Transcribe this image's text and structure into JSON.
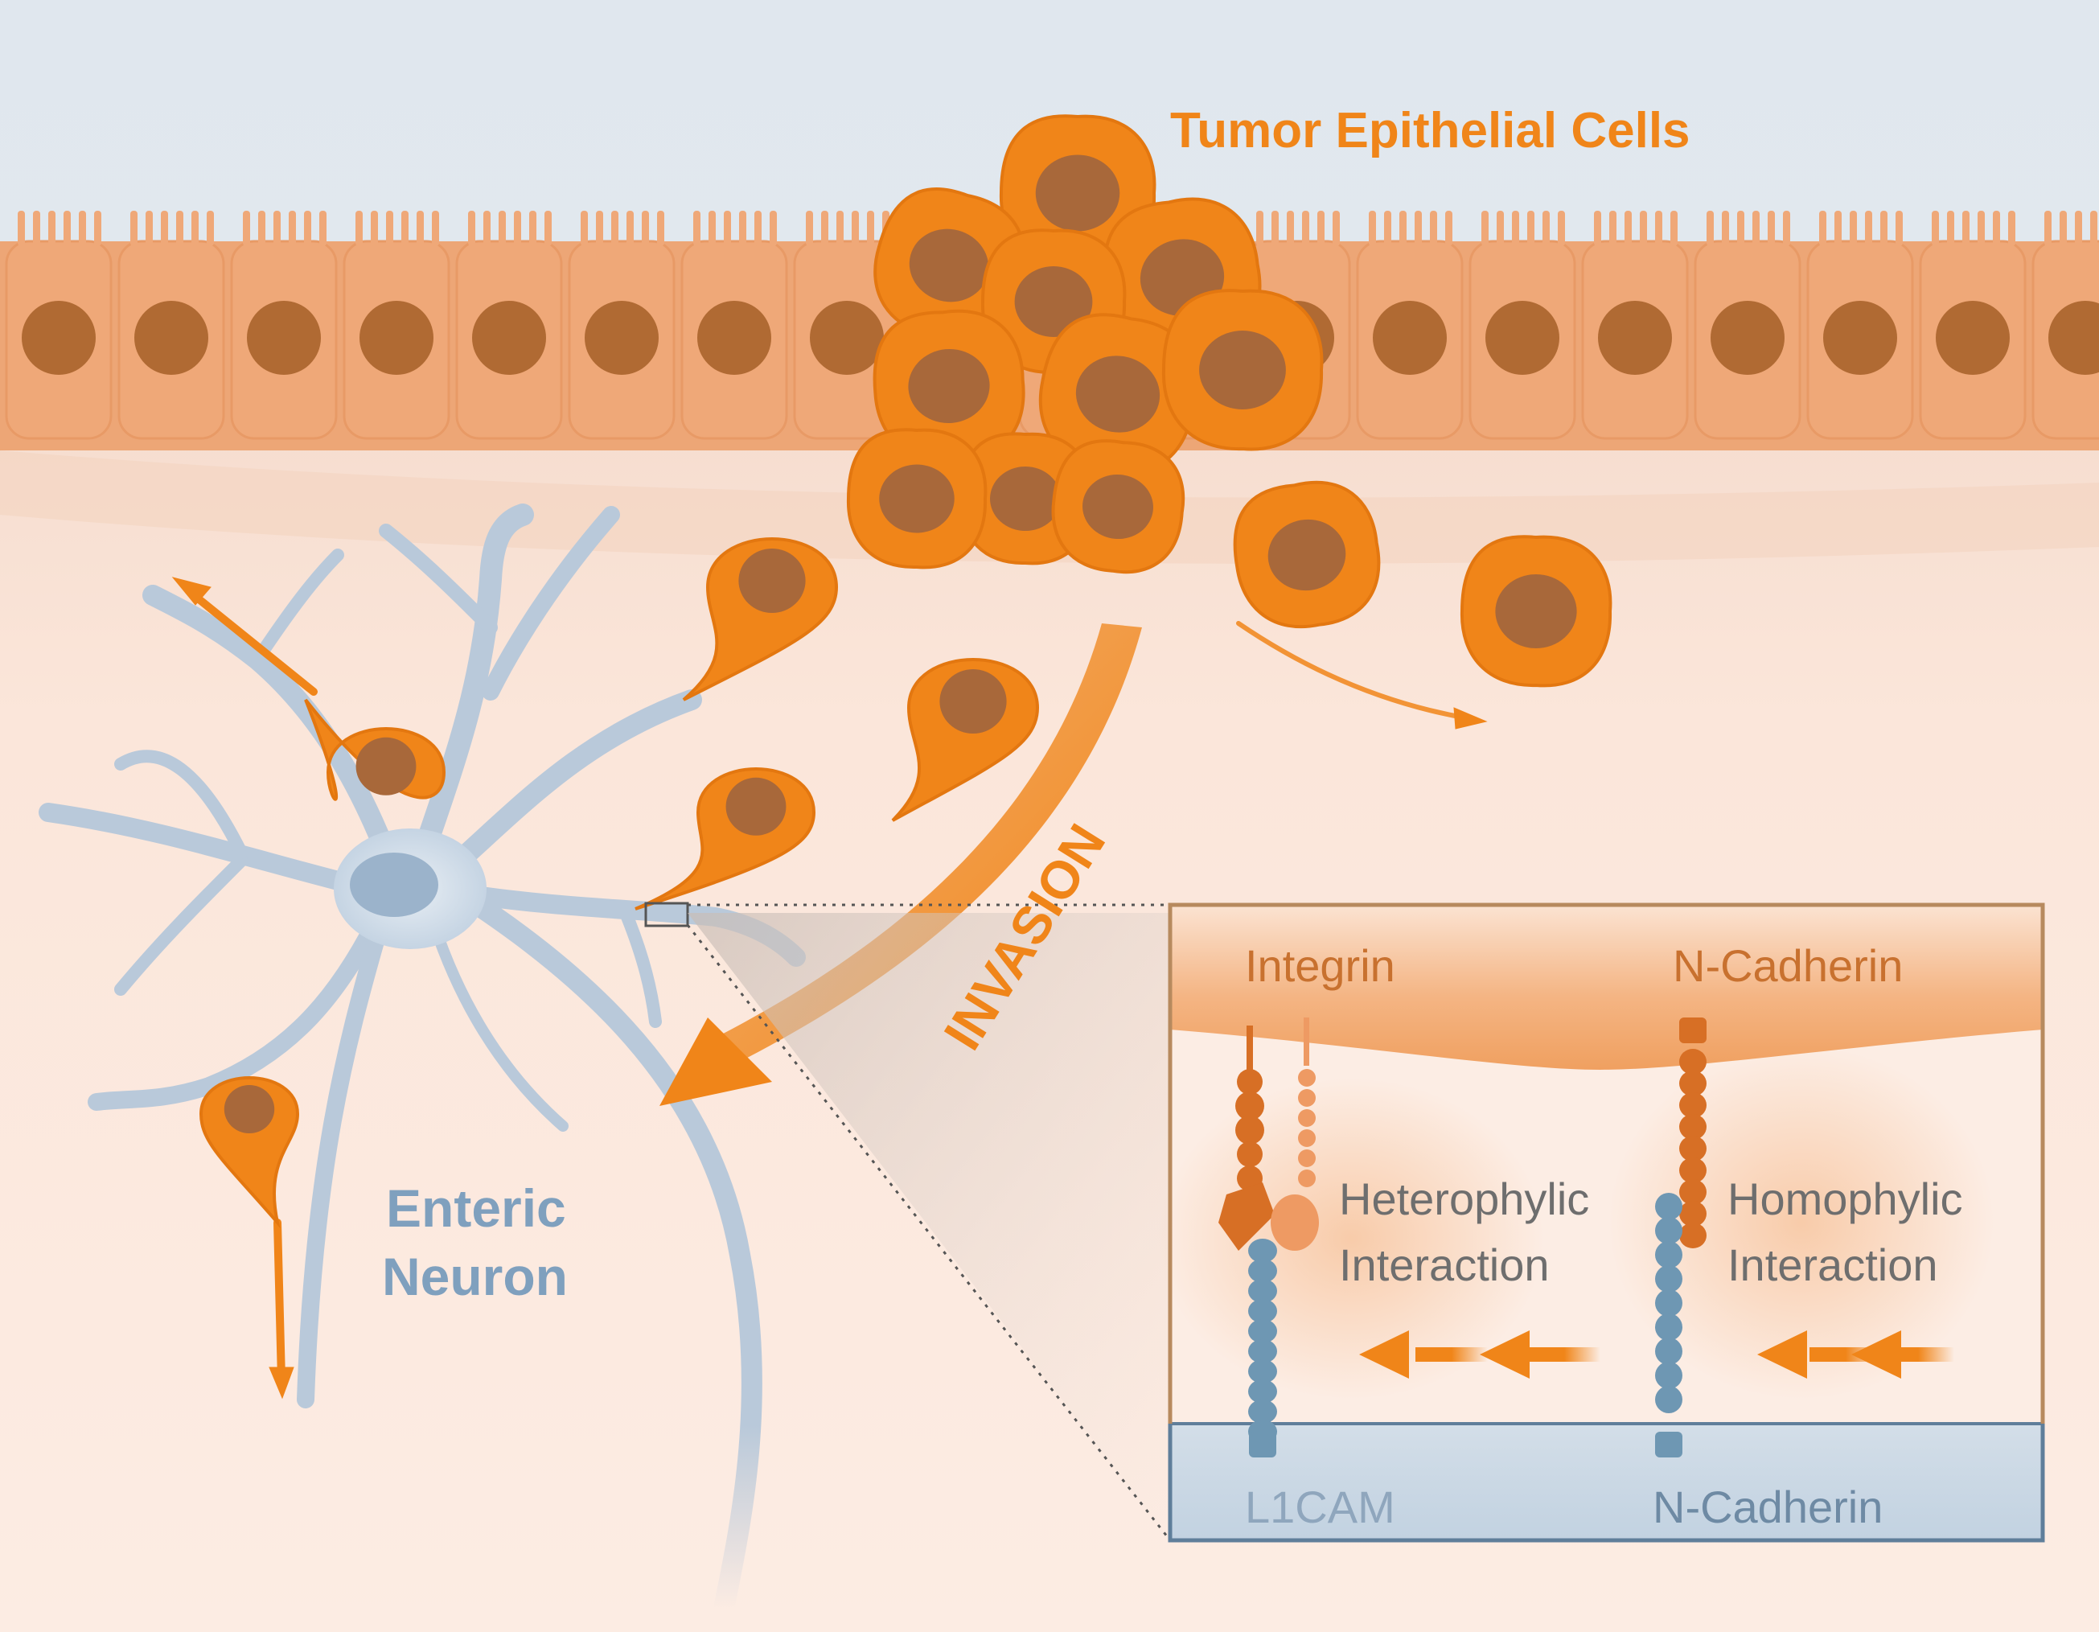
{
  "labels": {
    "tumor_cells": "Tumor Epithelial Cells",
    "invasion": "INVASION",
    "neuron_line1": "Enteric",
    "neuron_line2": "Neuron"
  },
  "inset": {
    "integrin": "Integrin",
    "n_cadherin_top": "N-Cadherin",
    "heterophylic_line1": "Heterophylic",
    "heterophylic_line2": "Interaction",
    "homophylic_line1": "Homophylic",
    "homophylic_line2": "Interaction",
    "l1cam": "L1CAM",
    "n_cadherin_bottom": "N-Cadherin"
  },
  "colors": {
    "tumor_orange": "#F08519",
    "nucleus_brown": "#A8683A",
    "epithelium_peach": "#ECA271",
    "neuron_blue": "#B9C9DA",
    "receptor_blue": "#6E97B3",
    "lumen": "#E3E9EF",
    "tissue": "#FBE7DC",
    "inset_border": "#B78A5E",
    "inset_border_blue": "#5F7E9A"
  }
}
